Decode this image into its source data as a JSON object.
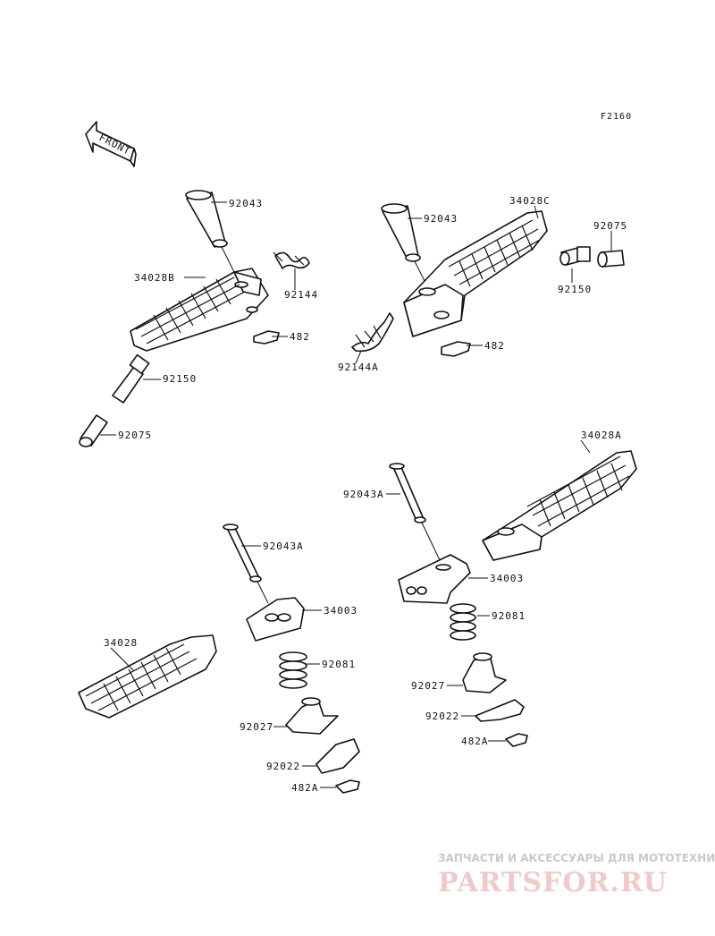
{
  "figure_code": "F2160",
  "front_arrow_label": "FRONT",
  "labels": {
    "p1": "92043",
    "p2": "34028B",
    "p3": "92144",
    "p4": "482",
    "p5": "92150",
    "p6": "92075",
    "p7": "92043",
    "p8": "34028C",
    "p9": "92075",
    "p10": "92150",
    "p11": "92144A",
    "p12": "482",
    "p13": "34028A",
    "p14": "92043A",
    "p15": "34003",
    "p16": "92081",
    "p17": "92027",
    "p18": "92022",
    "p19": "482A",
    "p20": "92043A",
    "p21": "34003",
    "p22": "34028",
    "p23": "92081",
    "p24": "92027",
    "p25": "92022",
    "p26": "482A"
  },
  "watermark": {
    "tagline": "ЗАПЧАСТИ И АКСЕССУАРЫ ДЛЯ МОТОТЕХНИКИ",
    "brand": "PARTSFOR.RU"
  }
}
